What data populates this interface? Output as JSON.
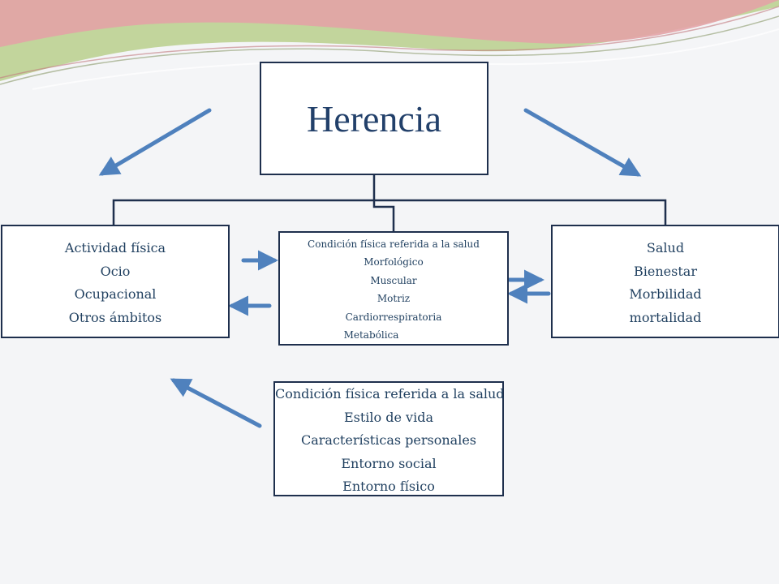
{
  "title": "Herencia",
  "left_box": {
    "items": [
      "Actividad física",
      "Ocio",
      "Ocupacional",
      "Otros ámbitos"
    ]
  },
  "center_box": {
    "title": "Condición física referida a la salud",
    "items": [
      "Morfológico",
      "Muscular",
      "Motriz",
      "Cardiorrespiratoria",
      "Metabólica"
    ]
  },
  "right_box": {
    "items": [
      "Salud",
      "Bienestar",
      "Morbilidad",
      "mortalidad"
    ]
  },
  "bottom_box": {
    "items": [
      "Condición física referida a la salud",
      "Estilo de vida",
      "Características personales",
      "Entorno social",
      "Entorno físico"
    ]
  },
  "colors": {
    "arrow": "#4f81bd",
    "box_border": "#1e2f4d",
    "text": "#1f3f5f",
    "deco_pink": "#e3a3a6",
    "deco_green": "#b9cf8c"
  }
}
